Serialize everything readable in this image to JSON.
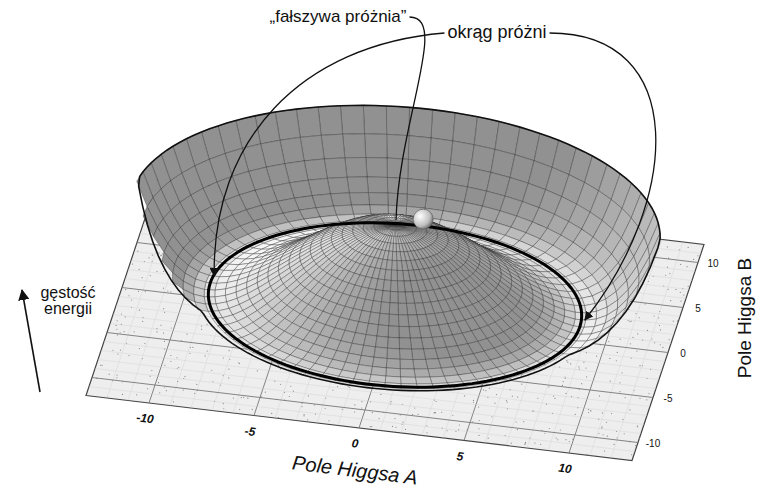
{
  "diagram": {
    "labels": [
      "„fałszywa próżnia”",
      "okrąg próżni",
      "gęstość energii",
      "-10",
      "-5",
      "0",
      "5",
      "10",
      "Pole Higgsa A",
      "10",
      "5",
      "0",
      "-5",
      "-10",
      "Pole Higgsa B"
    ]
  }
}
